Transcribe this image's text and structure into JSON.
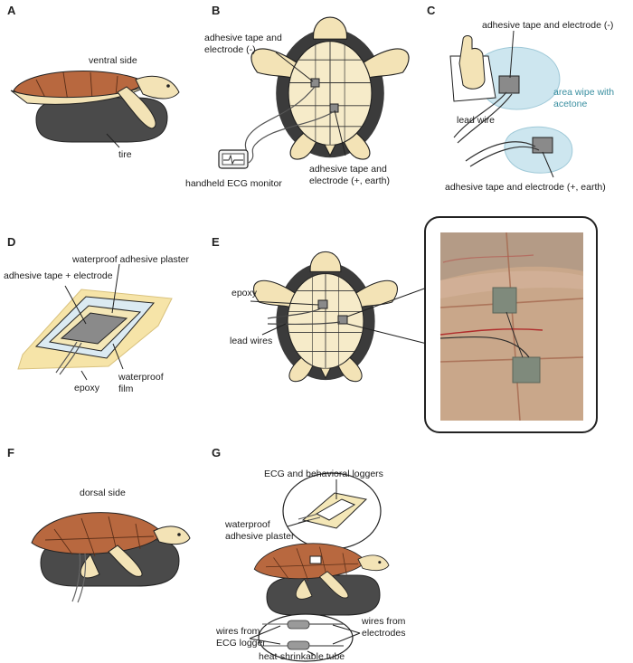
{
  "panels": {
    "A": {
      "letter": "A",
      "ventral_side": "ventral side",
      "tire": "tire"
    },
    "B": {
      "letter": "B",
      "electrode_neg_1": "adhesive tape and",
      "electrode_neg_2": "electrode (-)",
      "monitor": "handheld ECG monitor",
      "electrode_pos_1": "adhesive tape and",
      "electrode_pos_2": "electrode (+, earth)"
    },
    "C": {
      "letter": "C",
      "electrode_neg": "adhesive tape and electrode (-)",
      "wipe_1": "area wipe with",
      "wipe_2": "acetone",
      "lead_wire": "lead wire",
      "electrode_pos": "adhesive tape and electrode (+, earth)"
    },
    "D": {
      "letter": "D",
      "plaster": "waterproof adhesive plaster",
      "tape_electrode": "adhesive tape + electrode",
      "epoxy": "epoxy",
      "film_1": "waterproof",
      "film_2": "film"
    },
    "E": {
      "letter": "E",
      "epoxy": "epoxy",
      "lead_wires": "lead wires"
    },
    "F": {
      "letter": "F",
      "dorsal_side": "dorsal side"
    },
    "G": {
      "letter": "G",
      "loggers": "ECG and behavioral loggers",
      "plaster_1": "waterproof",
      "plaster_2": "adhesive plaster",
      "wires_ecg_1": "wires from",
      "wires_ecg_2": "ECG logger",
      "wires_elec_1": "wires from",
      "wires_elec_2": "electrodes",
      "tube": "heat-shrinkable tube"
    }
  },
  "colors": {
    "shell": "#b8683f",
    "skin": "#f3e3b6",
    "tire": "#4a4a4a",
    "acetone": "#cde6ef",
    "electrode": "#8a8a8a"
  }
}
